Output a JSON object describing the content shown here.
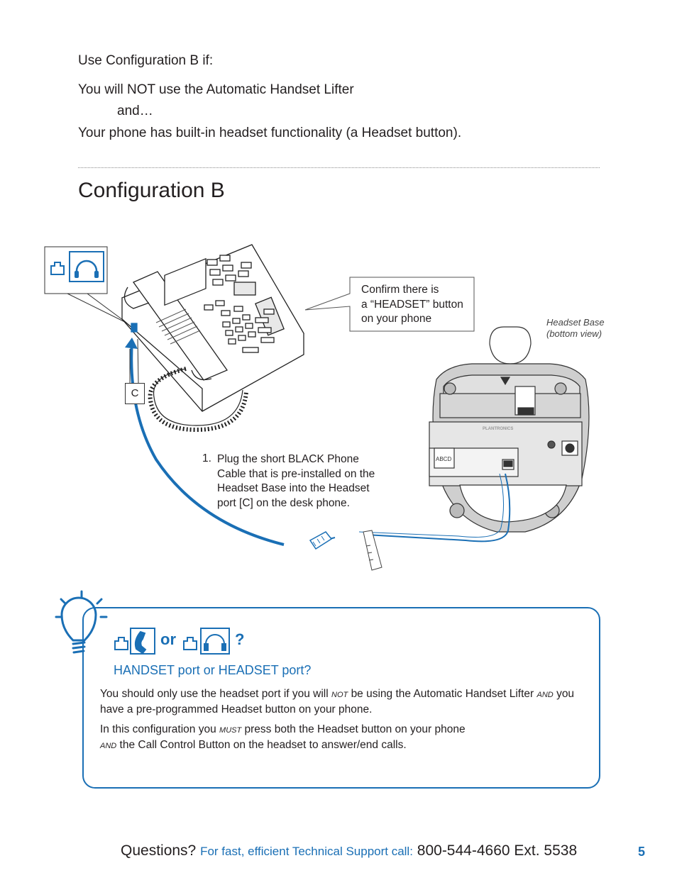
{
  "intro": {
    "use_prefix": "Use",
    "config_name": "Configuration B",
    "use_suffix": "if:",
    "line1": "You will NOT use the Automatic Handset Lifter",
    "and": "and…",
    "line2": "Your phone has built-in headset functionality (a Headset button)."
  },
  "heading": "Configuration B",
  "diagram": {
    "callout": [
      "Confirm there is",
      "a “HEADSET” button",
      "on your phone"
    ],
    "base_caption": [
      "Headset Base",
      "(bottom view)"
    ],
    "port_label": "C",
    "base_label": "ABCD",
    "brand": "PLANTRONICS",
    "step_number": "1.",
    "step_text": "Plug the short BLACK Phone Cable that is pre-installed on the Headset Base into the Headset port [C] on the desk phone."
  },
  "tip": {
    "or": "or",
    "question_mark": "?",
    "heading": "HANDSET port or HEADSET port?",
    "p1_a": "You should only use the headset port if you will",
    "p1_not": "not",
    "p1_b": "be using the Automatic Handset Lifter",
    "p1_and": "and",
    "p1_c": "you have a pre-programmed Headset button on your phone.",
    "p2_a": "In this configuration you",
    "p2_must": "must",
    "p2_b": "press both the Headset button on your phone",
    "p2_and": "and",
    "p2_c": "the Call Control Button on the headset to answer/end calls."
  },
  "footer": {
    "questions": "Questions?",
    "ask": "For fast, efficient Technical Support call:",
    "phone": "800-544-4660 Ext. 5538",
    "page": "5"
  },
  "colors": {
    "accent": "#1a6fb5",
    "text": "#231f20"
  }
}
